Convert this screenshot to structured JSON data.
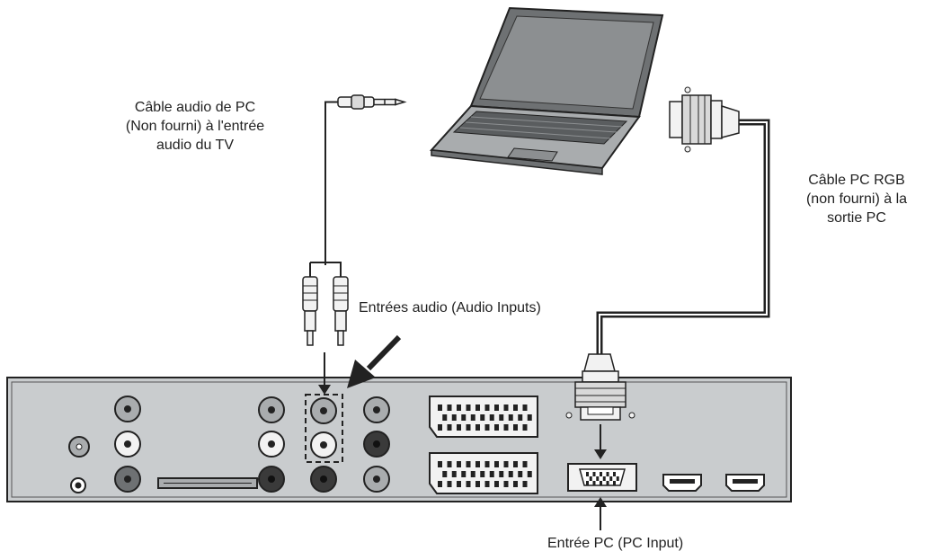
{
  "labels": {
    "pc_audio_cable": [
      "Câble audio de PC",
      "(Non fourni) à l'entrée",
      "audio du TV"
    ],
    "audio_inputs": "Entrées audio (Audio Inputs)",
    "pc_rgb_cable": [
      "Câble PC RGB",
      "(non fourni) à la",
      "sortie PC"
    ],
    "pc_input": "Entrée PC (PC Input)"
  },
  "colors": {
    "panel": "#c9ccce",
    "outline": "#222222",
    "jack_dark": "#3a3a3a",
    "jack_light": "#f2f2f2",
    "jack_gray": "#a9acae"
  },
  "icons": [
    "laptop-icon",
    "vga-connector-icon",
    "rca-plug-icon",
    "mini-jack-plug-icon",
    "scart-socket-icon",
    "hdmi-socket-icon",
    "arrow-icon"
  ]
}
